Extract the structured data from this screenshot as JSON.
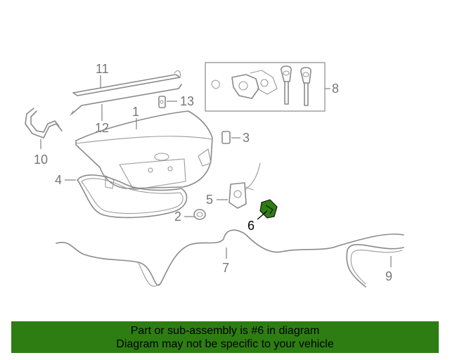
{
  "diagram": {
    "callouts": [
      "1",
      "2",
      "3",
      "4",
      "5",
      "6",
      "7",
      "8",
      "9",
      "10",
      "11",
      "12",
      "13"
    ],
    "highlighted_part": "6",
    "highlight_color": "#2e7d12"
  },
  "banner": {
    "line1": "Part or sub-assembly is #6 in diagram",
    "line2": "Diagram may not be specific to your vehicle",
    "background": "#2e7d12"
  }
}
